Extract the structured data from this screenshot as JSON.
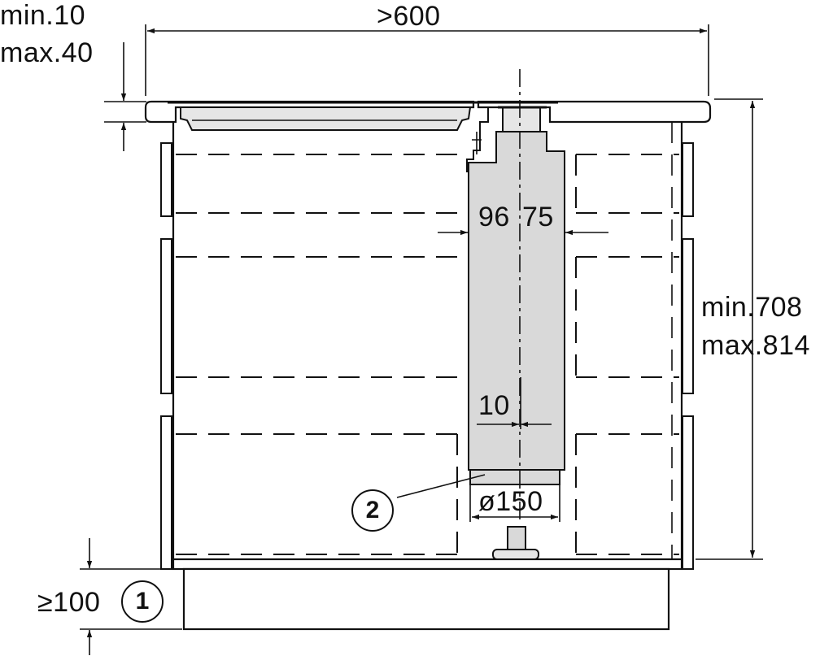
{
  "dimensions": {
    "width_total": ">600",
    "top_min": "min.10",
    "top_max": "max.40",
    "height_min": "min.708",
    "height_max": "max.814",
    "duct_left": "96",
    "duct_right": "75",
    "offset": "10",
    "diameter": "ø150",
    "plinth": "≥100"
  },
  "callouts": {
    "plinth_gap": "1",
    "duct_outlet": "2"
  },
  "colors": {
    "line": "#111111",
    "duct_fill": "#d9d9d9",
    "background": "#ffffff"
  }
}
